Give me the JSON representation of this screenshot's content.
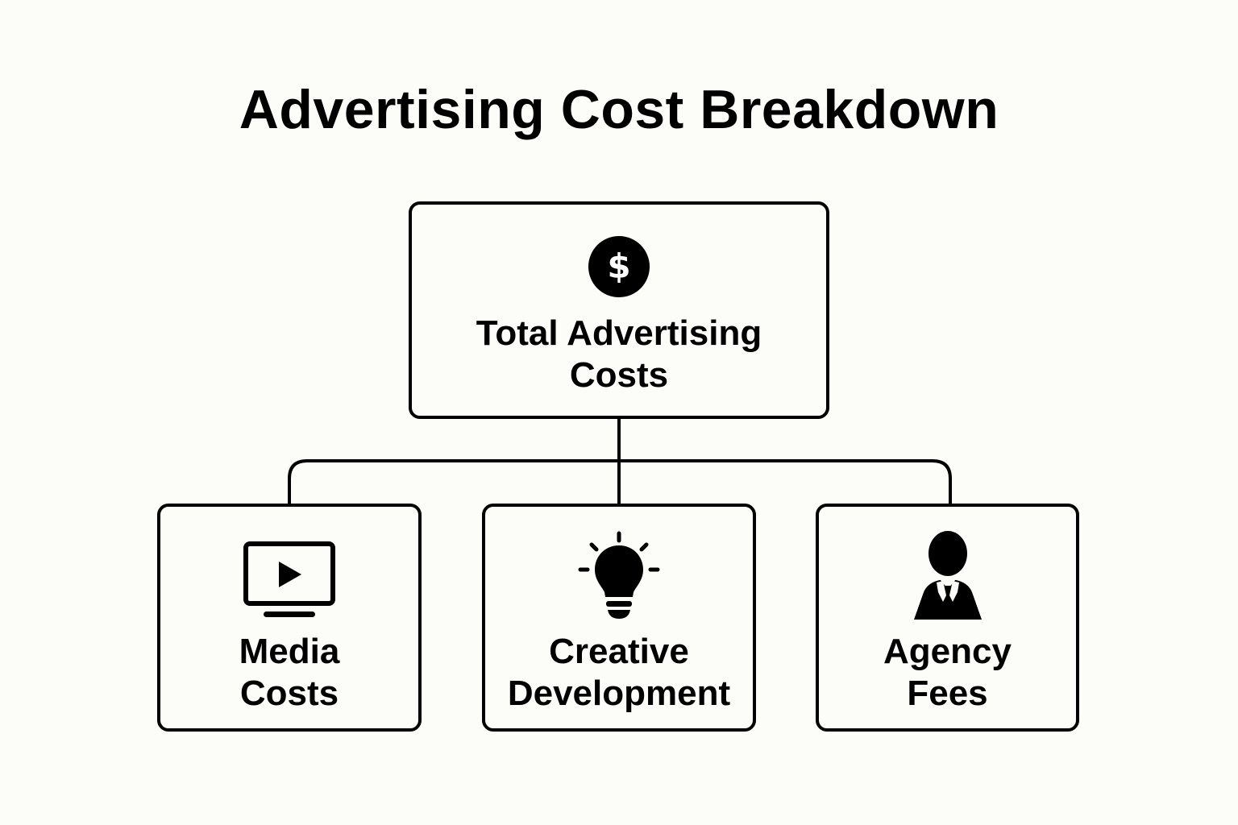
{
  "title": "Advertising Cost Breakdown",
  "root": {
    "label_lines": [
      "Total Advertising",
      "Costs"
    ],
    "icon": "dollar-icon"
  },
  "children": [
    {
      "label_lines": [
        "Media",
        "Costs"
      ],
      "icon": "tv-play-icon"
    },
    {
      "label_lines": [
        "Creative",
        "Development"
      ],
      "icon": "lightbulb-icon"
    },
    {
      "label_lines": [
        "Agency",
        "Fees"
      ],
      "icon": "businessman-icon"
    }
  ],
  "colors": {
    "background": "#fcfcf9",
    "stroke": "#000000"
  }
}
